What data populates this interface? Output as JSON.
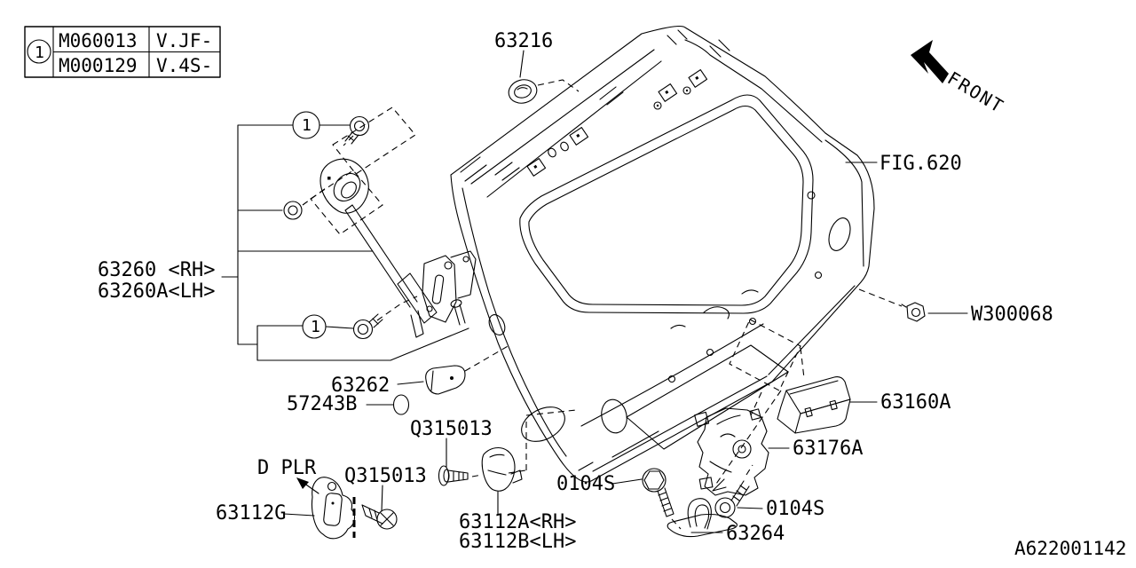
{
  "doc": {
    "figure_ref": "FIG.620",
    "drawing_number": "A622001142",
    "front_label": "FRONT",
    "callout_marker": "1",
    "d_pillar_note": "D PLR"
  },
  "ref_table": {
    "marker": "1",
    "rows": [
      {
        "code": "M060013",
        "applicability": "V.JF-"
      },
      {
        "code": "M000129",
        "applicability": "V.4S-"
      }
    ]
  },
  "parts": {
    "grommet": "63216",
    "stay_rh": "63260 <RH>",
    "stay_lh": "63260A<LH>",
    "nut": "W300068",
    "bumper": "63262",
    "clip": "57243B",
    "screw_upper": "Q315013",
    "screw_lower": "Q315013",
    "guide_g": "63112G",
    "guide_rh": "63112A<RH>",
    "guide_lh": "63112B<LH>",
    "bolt_1": "0104S",
    "bolt_2": "0104S",
    "cover": "63160A",
    "latch": "63176A",
    "striker": "63264"
  }
}
